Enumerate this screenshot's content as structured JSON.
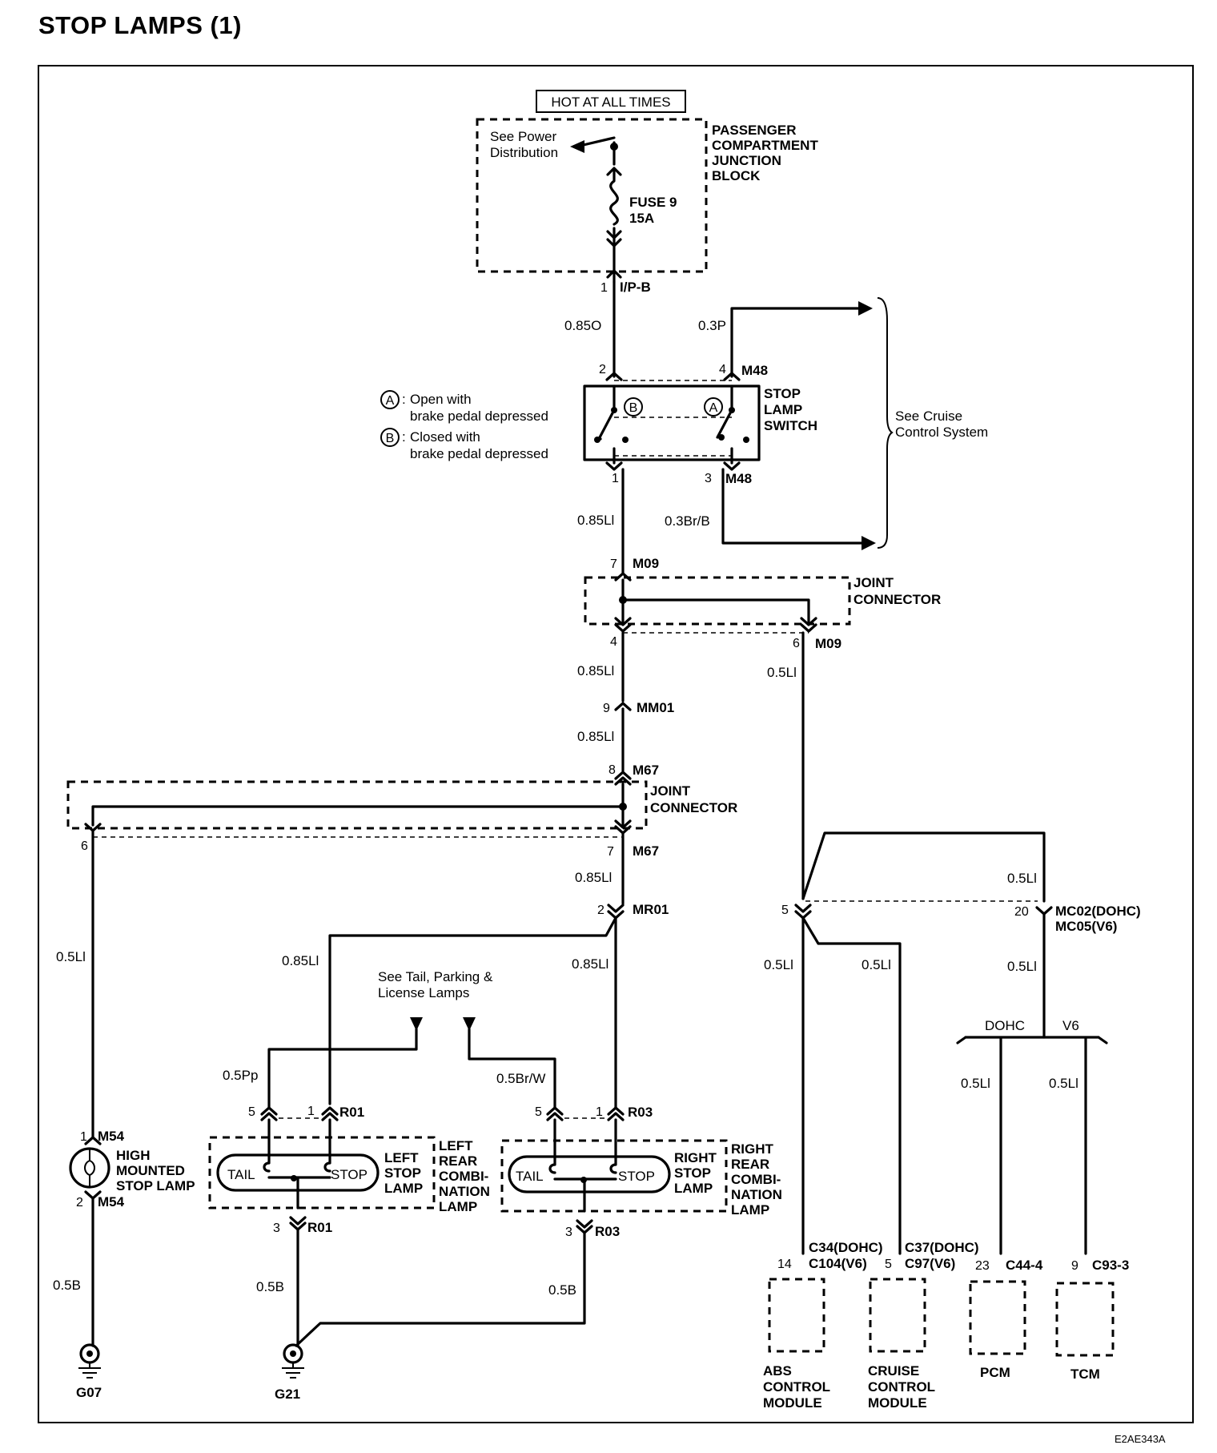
{
  "title": "STOP  LAMPS (1)",
  "diagram_code": "E2AE343A",
  "power": {
    "hot_label": "HOT AT ALL TIMES",
    "junction_block": [
      "PASSENGER",
      "COMPARTMENT",
      "JUNCTION",
      "BLOCK"
    ],
    "see_power": [
      "See Power",
      "Distribution"
    ],
    "fuse": [
      "FUSE 9",
      "15A"
    ],
    "connector": "I/P-B",
    "pin": "1"
  },
  "wires": {
    "w_085O": "0.85O",
    "w_03P": "0.3P",
    "w_085Ll_a": "0.85Ll",
    "w_03BrB": "0.3Br/B",
    "w_085Ll_b": "0.85Ll",
    "w_05Ll_a": "0.5Ll",
    "w_085Ll_c": "0.85Ll",
    "w_085Ll_d": "0.85Ll",
    "w_05Ll_b": "0.5Ll",
    "w_085Ll_e": "0.85Ll",
    "w_085Ll_f": "0.85Ll",
    "w_05Pp": "0.5Pp",
    "w_05BrW": "0.5Br/W",
    "w_05B_a": "0.5B",
    "w_05B_b": "0.5B",
    "w_05B_c": "0.5B",
    "w_05Ll_c": "0.5Ll",
    "w_05Ll_d": "0.5Ll",
    "w_05Ll_e": "0.5Ll",
    "w_05Ll_f": "0.5Ll",
    "w_05Ll_g": "0.5Ll",
    "w_05Ll_h": "0.5Ll"
  },
  "switch": {
    "name": [
      "STOP",
      "LAMP",
      "SWITCH"
    ],
    "connector": "M48",
    "pins": [
      "2",
      "4",
      "1",
      "3"
    ],
    "legend_a": [
      "Open with",
      "brake pedal depressed"
    ],
    "legend_b": [
      "Closed with",
      "brake pedal depressed"
    ],
    "symbol_a": "A",
    "symbol_b": "B",
    "see_cruise": [
      "See Cruise",
      "Control System"
    ]
  },
  "joint1": {
    "name": [
      "JOINT",
      "CONNECTOR"
    ],
    "connector": "M09",
    "pins": [
      "7",
      "4",
      "6"
    ]
  },
  "mm01": {
    "connector": "MM01",
    "pin": "9"
  },
  "joint2": {
    "name": [
      "JOINT",
      "CONNECTOR"
    ],
    "connector": "M67",
    "pins": [
      "8",
      "6",
      "7"
    ]
  },
  "mr01": {
    "connector": "MR01",
    "pin": "2"
  },
  "high_mount": {
    "name": [
      "HIGH",
      "MOUNTED",
      "STOP LAMP"
    ],
    "connector": "M54",
    "pins": [
      "1",
      "2"
    ]
  },
  "left_lamp": {
    "name": [
      "LEFT",
      "STOP",
      "LAMP"
    ],
    "assembly": [
      "LEFT",
      "REAR",
      "COMBI-",
      "NATION",
      "LAMP"
    ],
    "connector": "R01",
    "pins": [
      "5",
      "1",
      "3"
    ],
    "tail": "TAIL",
    "stop": "STOP"
  },
  "right_lamp": {
    "name": [
      "RIGHT",
      "STOP",
      "LAMP"
    ],
    "assembly": [
      "RIGHT",
      "REAR",
      "COMBI-",
      "NATION",
      "LAMP"
    ],
    "connector": "R03",
    "pins": [
      "5",
      "1",
      "3"
    ],
    "tail": "TAIL",
    "stop": "STOP"
  },
  "see_tail": [
    "See Tail, Parking &",
    "License Lamps"
  ],
  "mc02": {
    "pin_left": "5",
    "pin_right": "20",
    "conn_a": "MC02(DOHC)",
    "conn_b": "MC05(V6)"
  },
  "branch": {
    "dohc": "DOHC",
    "v6": "V6"
  },
  "modules": {
    "abs": {
      "name": [
        "ABS",
        "CONTROL",
        "MODULE"
      ],
      "pin": "14",
      "conn_a": "C34(DOHC)",
      "conn_b": "C104(V6)"
    },
    "cruise": {
      "name": [
        "CRUISE",
        "CONTROL",
        "MODULE"
      ],
      "pin": "5",
      "conn_a": "C37(DOHC)",
      "conn_b": "C97(V6)"
    },
    "pcm": {
      "name": "PCM",
      "pin": "23",
      "conn": "C44-4"
    },
    "tcm": {
      "name": "TCM",
      "pin": "9",
      "conn": "C93-3"
    }
  },
  "grounds": {
    "g07": "G07",
    "g21": "G21"
  }
}
